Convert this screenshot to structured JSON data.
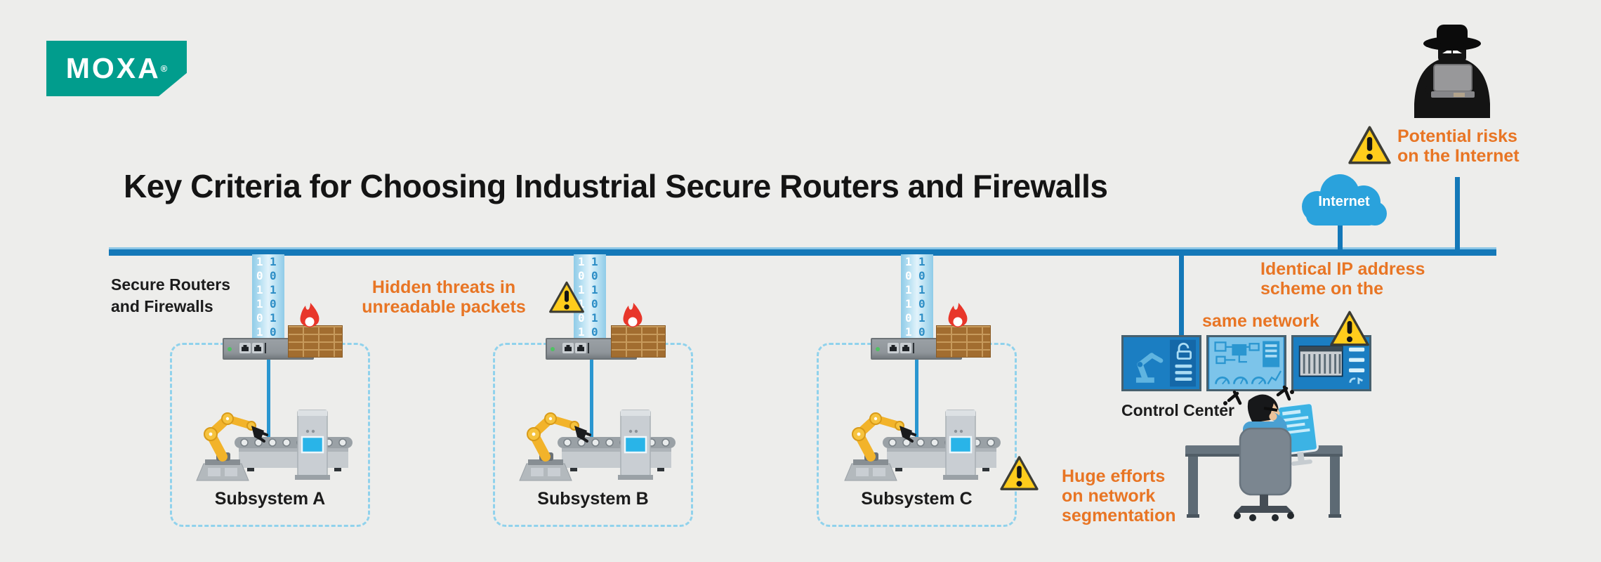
{
  "brand": {
    "name": "MOXA",
    "registered": "®",
    "color": "#019d8d"
  },
  "title": "Key Criteria for Choosing Industrial Secure Routers and Firewalls",
  "colors": {
    "background": "#ededeb",
    "bus_blue": "#1478b8",
    "accent_orange": "#e87524",
    "warning_yellow": "#ffcc1c",
    "box_dash_blue": "#90d2ec",
    "brick_brown": "#a26d30",
    "flame_red": "#e8362a",
    "stream_blue": "#bfe4f4",
    "cloud_blue": "#2aa2dc"
  },
  "icons": {
    "warning": "triangle-exclamation",
    "flame": "fire",
    "firewall": "brick-wall",
    "hacker": "spy-with-laptop",
    "internet": "cloud",
    "padlock": "open-lock"
  },
  "network": {
    "label": "Secure Routers\nand Firewalls",
    "stream_left": "1\n0\n1\n1\n0\n1",
    "stream_right": "1\n0\n1\n0\n1\n0"
  },
  "subsystems": [
    {
      "label": "Subsystem A"
    },
    {
      "label": "Subsystem B"
    },
    {
      "label": "Subsystem C"
    }
  ],
  "control_center": {
    "label": "Control Center"
  },
  "internet": {
    "label": "Internet"
  },
  "annotations": {
    "hidden_threats": "Hidden threats in\nunreadable packets",
    "identical_ip": "Identical IP address\nscheme on the",
    "same_network": "same network",
    "potential_risks": "Potential risks\non the Internet",
    "huge_efforts": "Huge efforts\non network\nsegmentation"
  }
}
